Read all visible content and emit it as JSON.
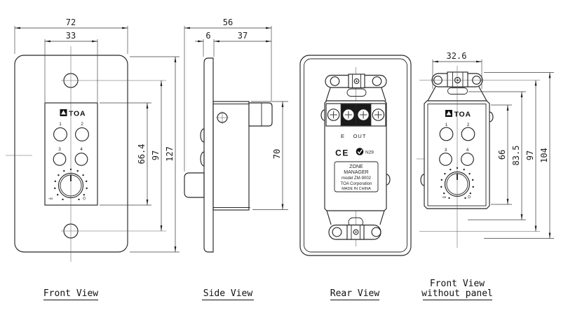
{
  "colors": {
    "background": "#ffffff",
    "line": "#262626"
  },
  "views": {
    "front": {
      "caption": "Front View",
      "dimensions": {
        "overall_width_mm": "72",
        "panel_width_mm": "33",
        "panel_height_mm": "66.4",
        "hole_spacing_mm": "97",
        "overall_height_mm": "127"
      },
      "panel": {
        "brand": "TOA",
        "button_labels": [
          "1",
          "2",
          "3",
          "4"
        ],
        "volume_min": "-∞",
        "volume_max": "0"
      }
    },
    "side": {
      "caption": "Side View",
      "dimensions": {
        "overall_depth_mm": "56",
        "panel_offset_mm": "6",
        "body_depth_mm": "37",
        "body_height_mm": "70"
      }
    },
    "rear": {
      "caption": "Rear View",
      "terminal_e": "E",
      "terminal_out": "OUT",
      "ce_mark": "CE",
      "ctick_code": "N29",
      "nameplate_lines": [
        "ZONE",
        "MANAGER",
        "model ZM-9002",
        "TOA Corporation",
        "MADE IN CHINA"
      ]
    },
    "front_no_panel": {
      "caption_line1": "Front View",
      "caption_line2": "without panel",
      "dimensions": {
        "bracket_width_mm": "32.6",
        "panel_height_mm": "66",
        "slot_spacing_mm": "83.5",
        "hole_spacing_mm": "97",
        "overall_height_mm": "104"
      },
      "panel": {
        "brand": "TOA",
        "button_labels": [
          "1",
          "2",
          "3",
          "4"
        ],
        "volume_min": "-∞",
        "volume_max": "0"
      }
    }
  }
}
